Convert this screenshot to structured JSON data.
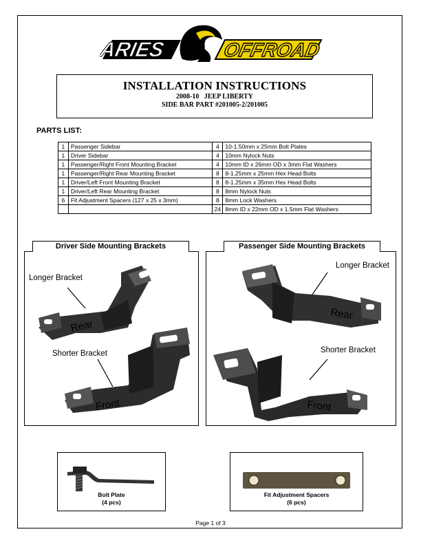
{
  "logo": {
    "left_word": "ARIES",
    "right_word": "OFFROAD",
    "icon": "ram-head-icon"
  },
  "header": {
    "title": "INSTALLATION INSTRUCTIONS",
    "vehicle": "2008-10   JEEP LIBERTY",
    "part": "SIDE BAR PART #201005-2/201005"
  },
  "parts_list": {
    "heading": "PARTS LIST:",
    "rows": [
      {
        "q1": "1",
        "d1": "Passenger Sidebar",
        "q2": "4",
        "d2": "10-1.50mm x 25mm Bolt Plates"
      },
      {
        "q1": "1",
        "d1": "Driver Sidebar",
        "q2": "4",
        "d2": "10mm Nylock Nuts"
      },
      {
        "q1": "1",
        "d1": "Passenger/Right Front Mounting Bracket",
        "q2": "4",
        "d2": "10mm ID x 26mm OD x 3mm  Flat Washers"
      },
      {
        "q1": "1",
        "d1": "Passenger/Right Rear Mounting Bracket",
        "q2": "8",
        "d2": "8-1.25mm x 25mm Hex Head Bolts"
      },
      {
        "q1": "1",
        "d1": "Driver/Left Front Mounting Bracket",
        "q2": "8",
        "d2": "8-1.25mm x 35mm Hex Head Bolts"
      },
      {
        "q1": "1",
        "d1": "Driver/Left Rear Mounting Bracket",
        "q2": "8",
        "d2": "8mm Nylock Nuts"
      },
      {
        "q1": "6",
        "d1": "Fit Adjustment Spacers (127 x 25 x 3mm)",
        "q2": "8",
        "d2": "8mm Lock Washers"
      },
      {
        "q1": "",
        "d1": "",
        "q2": "24",
        "d2": "8mm ID x 22mm OD x 1.5mm Flat Washers"
      }
    ]
  },
  "driver_panel": {
    "title": "Driver Side Mounting Brackets",
    "longer_label": "Longer Bracket",
    "rear_stamp": "Rear",
    "shorter_label": "Shorter Bracket",
    "front_stamp": "Front"
  },
  "passenger_panel": {
    "title": "Passenger Side Mounting Brackets",
    "longer_label": "Longer Bracket",
    "rear_stamp": "Rear",
    "shorter_label": "Shorter Bracket",
    "front_stamp": "Front"
  },
  "bolt_plate": {
    "name": "Bolt Plate",
    "qty": "(4 pcs)"
  },
  "spacers": {
    "name": "Fit Adjustment Spacers",
    "qty": "(6 pcs)"
  },
  "footer": {
    "page": "Page 1 of 3"
  },
  "colors": {
    "logo_yellow": "#f2d200",
    "ink": "#000000",
    "steel_dark": "#2b2b2b",
    "steel_mid": "#6a6a6a",
    "spacer_tan": "#5e5540"
  }
}
